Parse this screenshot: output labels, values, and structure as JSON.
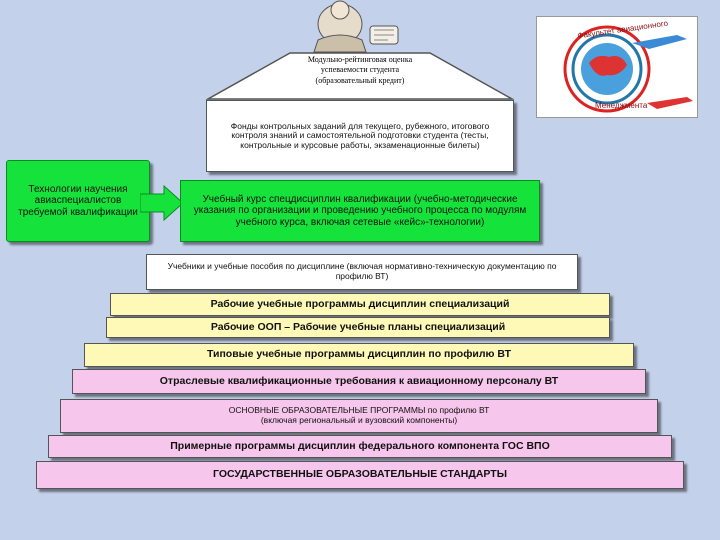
{
  "colors": {
    "background": "#c4d1eb",
    "green_tier": "#15e33b",
    "yellow_tier": "#fff9b8",
    "pink_tier": "#f7c6ec",
    "arrow": "#15e33b"
  },
  "icons": {
    "figure": "person-at-desk-illustration",
    "logo": "faculty-emblem-globe-airplane"
  },
  "side_label": "Технологии научения авиаспециалистов требуемой квалификации",
  "pyramid": {
    "top": "Модульно-рейтинговая оценка успеваемости студента (образовательный кредит)",
    "funds": "Фонды контрольных заданий для текущего, рубежного, итогового контроля знаний и самостоятельной подготовки студента (тесты, контрольные и курсовые работы, экзаменационные билеты)",
    "course": "Учебный курс спецдисциплин квалификации (учебно-методические указания по организации и проведению учебного процесса по модулям учебного курса, включая сетевые «кейс»-технологии)",
    "textbooks": "Учебники и учебные пособия по дисциплине (включая нормативно-техническую документацию по профилю ВТ)",
    "work_programs": "Рабочие учебные программы дисциплин специализаций",
    "oop": "Рабочие ООП – Рабочие учебные планы специализаций",
    "typical": "Типовые учебные программы дисциплин по профилю ВТ",
    "industry": "Отраслевые квалификационные требования к авиационному персоналу ВТ",
    "main_programs_line1": "ОСНОВНЫЕ ОБРАЗОВАТЕЛЬНЫЕ ПРОГРАММЫ по профилю ВТ",
    "main_programs_line2": "(включая региональный и вузовский компоненты)",
    "example": "Примерные программы дисциплин федерального компонента ГОС ВПО",
    "standards": "ГОСУДАРСТВЕННЫЕ ОБРАЗОВАТЕЛЬНЫЕ СТАНДАРТЫ"
  },
  "logo": {
    "ring_text_top": "Факультет авиационного",
    "ring_text_bottom": "Менеджмента"
  }
}
